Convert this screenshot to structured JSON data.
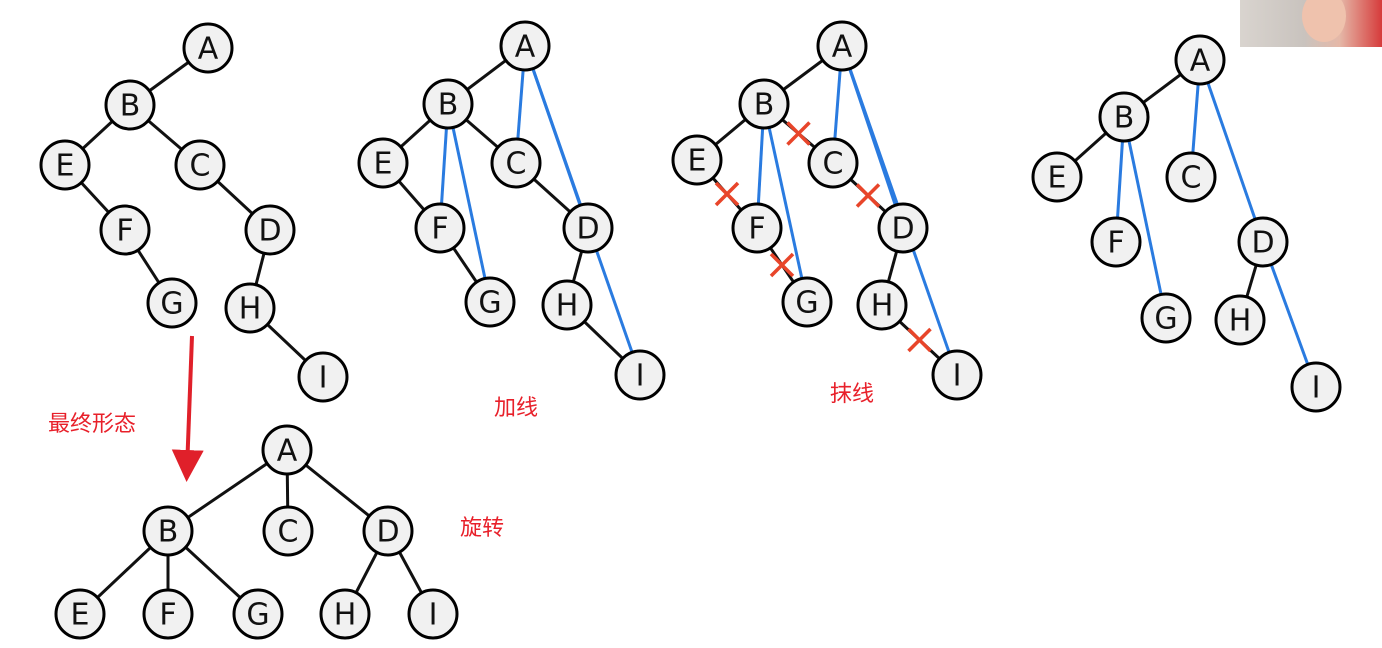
{
  "captions": {
    "final_form": "最终形态",
    "add_lines": "加线",
    "erase_lines": "抹线",
    "rotate": "旋转"
  },
  "colors": {
    "tree_edge": "#111111",
    "threaded_edge": "#2a7be0",
    "erase_mark": "#e8452a",
    "arrow": "#e0202a",
    "caption": "#e8202a"
  },
  "icons": [
    "erase-cross-icon",
    "down-arrow-icon",
    "webcam-thumbnail"
  ],
  "trees": [
    {
      "name": "original",
      "nodes": [
        "A",
        "B",
        "C",
        "D",
        "E",
        "F",
        "G",
        "H",
        "I"
      ],
      "edges": [
        [
          "A",
          "B"
        ],
        [
          "B",
          "E"
        ],
        [
          "B",
          "C"
        ],
        [
          "E",
          "F"
        ],
        [
          "F",
          "G"
        ],
        [
          "C",
          "D"
        ],
        [
          "D",
          "H"
        ],
        [
          "H",
          "I"
        ]
      ]
    },
    {
      "name": "add-lines",
      "nodes": [
        "A",
        "B",
        "C",
        "D",
        "E",
        "F",
        "G",
        "H",
        "I"
      ],
      "edges": [
        [
          "A",
          "B"
        ],
        [
          "B",
          "E"
        ],
        [
          "B",
          "C"
        ],
        [
          "E",
          "F"
        ],
        [
          "F",
          "G"
        ],
        [
          "C",
          "D"
        ],
        [
          "D",
          "H"
        ],
        [
          "H",
          "I"
        ]
      ],
      "added_edges": [
        [
          "A",
          "C"
        ],
        [
          "A",
          "D"
        ],
        [
          "A",
          "I"
        ],
        [
          "B",
          "F"
        ],
        [
          "B",
          "G"
        ]
      ]
    },
    {
      "name": "erase-lines",
      "nodes": [
        "A",
        "B",
        "C",
        "D",
        "E",
        "F",
        "G",
        "H",
        "I"
      ],
      "edges": [
        [
          "A",
          "B"
        ],
        [
          "B",
          "E"
        ],
        [
          "D",
          "H"
        ]
      ],
      "added_edges": [
        [
          "A",
          "C"
        ],
        [
          "A",
          "D"
        ],
        [
          "A",
          "I"
        ],
        [
          "B",
          "F"
        ],
        [
          "B",
          "G"
        ]
      ],
      "erased_edges": [
        [
          "B",
          "C"
        ],
        [
          "E",
          "F"
        ],
        [
          "F",
          "G"
        ],
        [
          "C",
          "D"
        ],
        [
          "H",
          "I"
        ]
      ]
    },
    {
      "name": "after-erase",
      "nodes": [
        "A",
        "B",
        "C",
        "D",
        "E",
        "F",
        "G",
        "H",
        "I"
      ],
      "edges": [
        [
          "A",
          "B"
        ],
        [
          "B",
          "E"
        ],
        [
          "D",
          "H"
        ]
      ],
      "added_edges": [
        [
          "A",
          "C"
        ],
        [
          "A",
          "D"
        ],
        [
          "D",
          "I"
        ],
        [
          "B",
          "F"
        ],
        [
          "B",
          "G"
        ]
      ]
    },
    {
      "name": "rotated",
      "nodes": [
        "A",
        "B",
        "C",
        "D",
        "E",
        "F",
        "G",
        "H",
        "I"
      ],
      "edges": [
        [
          "A",
          "B"
        ],
        [
          "A",
          "C"
        ],
        [
          "A",
          "D"
        ],
        [
          "B",
          "E"
        ],
        [
          "B",
          "F"
        ],
        [
          "B",
          "G"
        ],
        [
          "D",
          "H"
        ],
        [
          "D",
          "I"
        ]
      ]
    }
  ]
}
